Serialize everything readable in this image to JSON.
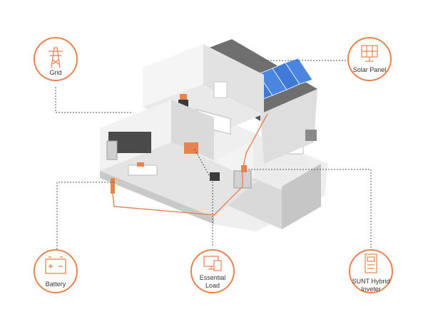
{
  "colors": {
    "accent": "#e8834f",
    "wall_light": "#f4f4f4",
    "wall_mid": "#dcdcdc",
    "wall_dark": "#c8c8c8",
    "roof": "#6f6f6f",
    "roof_light": "#8a8a8a",
    "solar": "#3f7ad6",
    "leader": "#555555"
  },
  "nodes": {
    "grid": {
      "label": "Grid",
      "icon": "transmission-tower-icon"
    },
    "solar": {
      "label": "Solar Panel",
      "icon": "solar-panel-icon"
    },
    "battery": {
      "label": "Battery",
      "icon": "battery-icon"
    },
    "load": {
      "label_line1": "Essential",
      "label_line2": "Load",
      "icon": "essential-load-icon"
    },
    "inverter": {
      "label_line1": "SUNT Hybrid",
      "label_line2": "Inveter",
      "icon": "hybrid-inverter-icon"
    }
  }
}
